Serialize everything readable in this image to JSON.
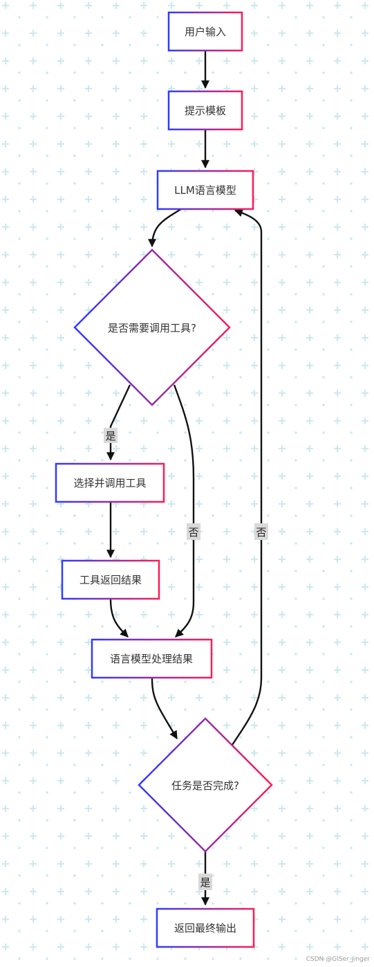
{
  "nodes": {
    "user_input": "用户输入",
    "prompt_template": "提示模板",
    "llm": "LLM语言模型",
    "need_tool": "是否需要调用工具?",
    "select_tool": "选择并调用工具",
    "tool_result": "工具返回结果",
    "process_result": "语言模型处理结果",
    "task_done": "任务是否完成?",
    "final_output": "返回最终输出"
  },
  "edge_labels": {
    "need_tool_yes": "是",
    "need_tool_no": "否",
    "task_done_no": "否",
    "task_done_yes": "是"
  },
  "watermark": "CSDN @GISer_Jinger",
  "colors": {
    "gradient_start": "#2f3bff",
    "gradient_end": "#ff1a55",
    "grid_dot": "#cde9ee",
    "edge": "#111111",
    "edge_label_bg": "#d9d9d9"
  }
}
